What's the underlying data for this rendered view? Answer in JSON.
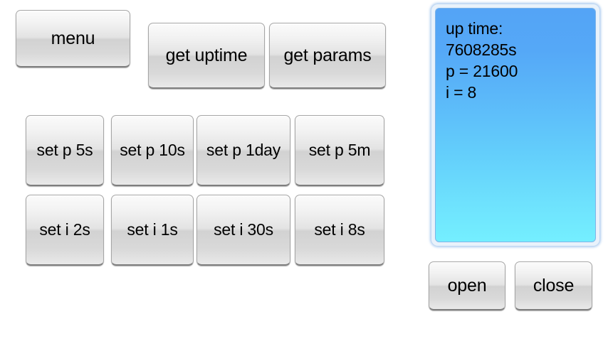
{
  "app": {
    "background_color": "#ffffff"
  },
  "toolbar": {
    "menu_label": "menu",
    "get_uptime_label": "get uptime",
    "get_params_label": "get params"
  },
  "param_buttons": {
    "set_p": [
      {
        "label": "set p 5s"
      },
      {
        "label": "set p 10s"
      },
      {
        "label": "set p 1day"
      },
      {
        "label": "set p 5m"
      }
    ],
    "set_i": [
      {
        "label": "set i 2s"
      },
      {
        "label": "set i 1s"
      },
      {
        "label": "set i 30s"
      },
      {
        "label": "set i 8s"
      }
    ]
  },
  "output_panel": {
    "accent_color": "#54a4f6",
    "glow_color": "#96bee9",
    "text_color": "#000000",
    "lines": [
      "up time:",
      "7608285s",
      "p = 21600",
      "i = 8"
    ],
    "text": "up time:\n7608285s\np = 21600\ni = 8",
    "uptime_seconds": "7608285s",
    "p_value": "21600",
    "i_value": "8"
  },
  "connection_buttons": {
    "open_label": "open",
    "close_label": "close"
  }
}
